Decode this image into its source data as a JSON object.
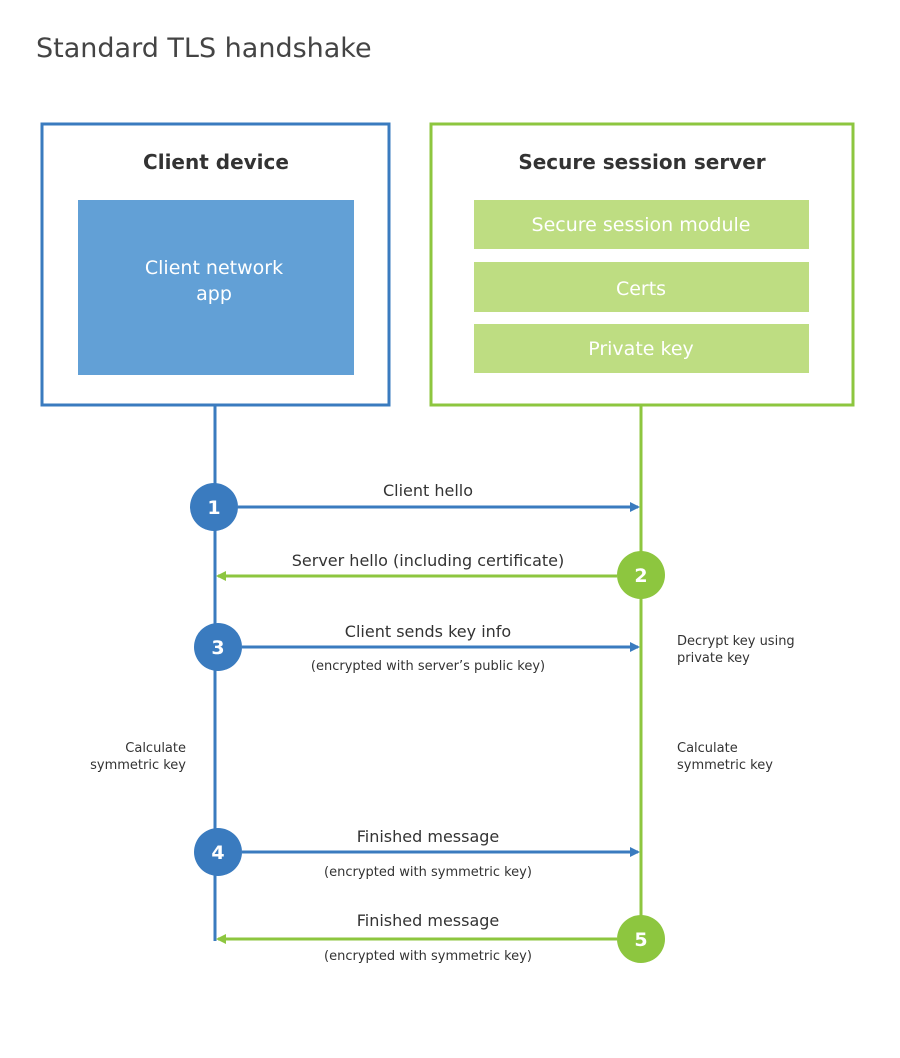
{
  "title": "Standard TLS handshake",
  "colors": {
    "client": "#3a7bbf",
    "client_fill": "#62a0d6",
    "server": "#8dc63f",
    "server_fill": "#bedd82",
    "text": "#333333"
  },
  "client": {
    "heading": "Client device",
    "app_line1": "Client network",
    "app_line2": "app"
  },
  "server": {
    "heading": "Secure session server",
    "modules": [
      "Secure session module",
      "Certs",
      "Private key"
    ]
  },
  "steps": [
    {
      "number": "1",
      "label": "Client hello",
      "sublabel": ""
    },
    {
      "number": "2",
      "label": "Server hello (including certificate)",
      "sublabel": ""
    },
    {
      "number": "3",
      "label": "Client sends key info",
      "sublabel": "(encrypted with server’s public key)"
    },
    {
      "number": "4",
      "label": "Finished message",
      "sublabel": "(encrypted with symmetric key)"
    },
    {
      "number": "5",
      "label": "Finished message",
      "sublabel": "(encrypted with symmetric key)"
    }
  ],
  "notes": {
    "server_decrypt": [
      "Decrypt key using",
      "private key"
    ],
    "client_calc": [
      "Calculate",
      "symmetric key"
    ],
    "server_calc": [
      "Calculate",
      "symmetric key"
    ]
  }
}
